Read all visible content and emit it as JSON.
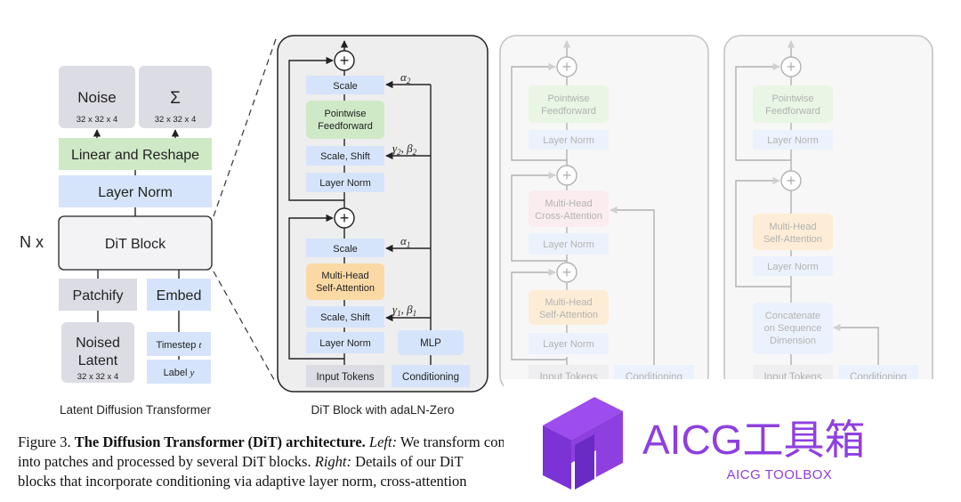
{
  "left": {
    "noise": "Noise",
    "noise_dims": "32 x 32 x 4",
    "sigma": "Σ",
    "sigma_dims": "32 x 32 x 4",
    "linear_reshape": "Linear and Reshape",
    "layer_norm": "Layer Norm",
    "repeat": "N x",
    "dit_block": "DiT Block",
    "patchify": "Patchify",
    "embed": "Embed",
    "noised_latent_1": "Noised",
    "noised_latent_2": "Latent",
    "noised_latent_dims": "32 x 32 x 4",
    "timestep": "Timestep",
    "timestep_var": "t",
    "label": "Label",
    "label_var": "y",
    "caption": "Latent Diffusion Transformer"
  },
  "adaln": {
    "scale_top": "Scale",
    "pointwise_1": "Pointwise",
    "pointwise_2": "Feedforward",
    "scale_shift_top": "Scale, Shift",
    "layer_norm_top": "Layer Norm",
    "scale_bottom": "Scale",
    "mhsa_1": "Multi-Head",
    "mhsa_2": "Self-Attention",
    "scale_shift_bottom": "Scale, Shift",
    "layer_norm_bottom": "Layer Norm",
    "mlp": "MLP",
    "input_tokens": "Input Tokens",
    "conditioning": "Conditioning",
    "alpha2": "α",
    "alpha2_sub": "2",
    "gamma2": "γ",
    "gamma2_sub": "2",
    "beta2": "β",
    "beta2_sub": "2",
    "alpha1": "α",
    "alpha1_sub": "1",
    "gamma1": "γ",
    "gamma1_sub": "1",
    "beta1": "β",
    "beta1_sub": "1",
    "caption": "DiT Block with adaLN-Zero"
  },
  "cross": {
    "pointwise_1": "Pointwise",
    "pointwise_2": "Feedforward",
    "layer_norm_1": "Layer Norm",
    "mhca_1": "Multi-Head",
    "mhca_2": "Cross-Attention",
    "layer_norm_2": "Layer Norm",
    "mhsa_1": "Multi-Head",
    "mhsa_2": "Self-Attention",
    "layer_norm_3": "Layer Norm",
    "input_tokens": "Input Tokens",
    "conditioning": "Conditioning"
  },
  "incontext": {
    "pointwise_1": "Pointwise",
    "pointwise_2": "Feedforward",
    "layer_norm_1": "Layer Norm",
    "mhsa_1": "Multi-Head",
    "mhsa_2": "Self-Attention",
    "layer_norm_2": "Layer Norm",
    "concat_1": "Concatenate",
    "concat_2": "on Sequence",
    "concat_3": "Dimension",
    "input_tokens": "Input Tokens",
    "conditioning": "Conditioning"
  },
  "caption": {
    "line1_a": "Figure 3. ",
    "line1_b": "The Diffusion Transformer (DiT) architecture.",
    "line1_c": " Left:",
    "line1_d": " We transform conditional latent inputs",
    "line2_a": "into patches and processed by several DiT blocks. ",
    "line2_b": "Right:",
    "line2_c": " Details of our DiT",
    "line3": "blocks that incorporate conditioning via adaptive layer norm, cross-attention"
  },
  "watermark": {
    "title": "AICG工具箱",
    "subtitle": "AICG TOOLBOX"
  },
  "colors": {
    "gray_box": "#dcdce4",
    "blue_box": "#d6e4fb",
    "green_box": "#cfe9c6",
    "orange_box": "#fbd9a5",
    "red_box": "#f7d6dc",
    "brand_purple": "#8e3fe0"
  }
}
